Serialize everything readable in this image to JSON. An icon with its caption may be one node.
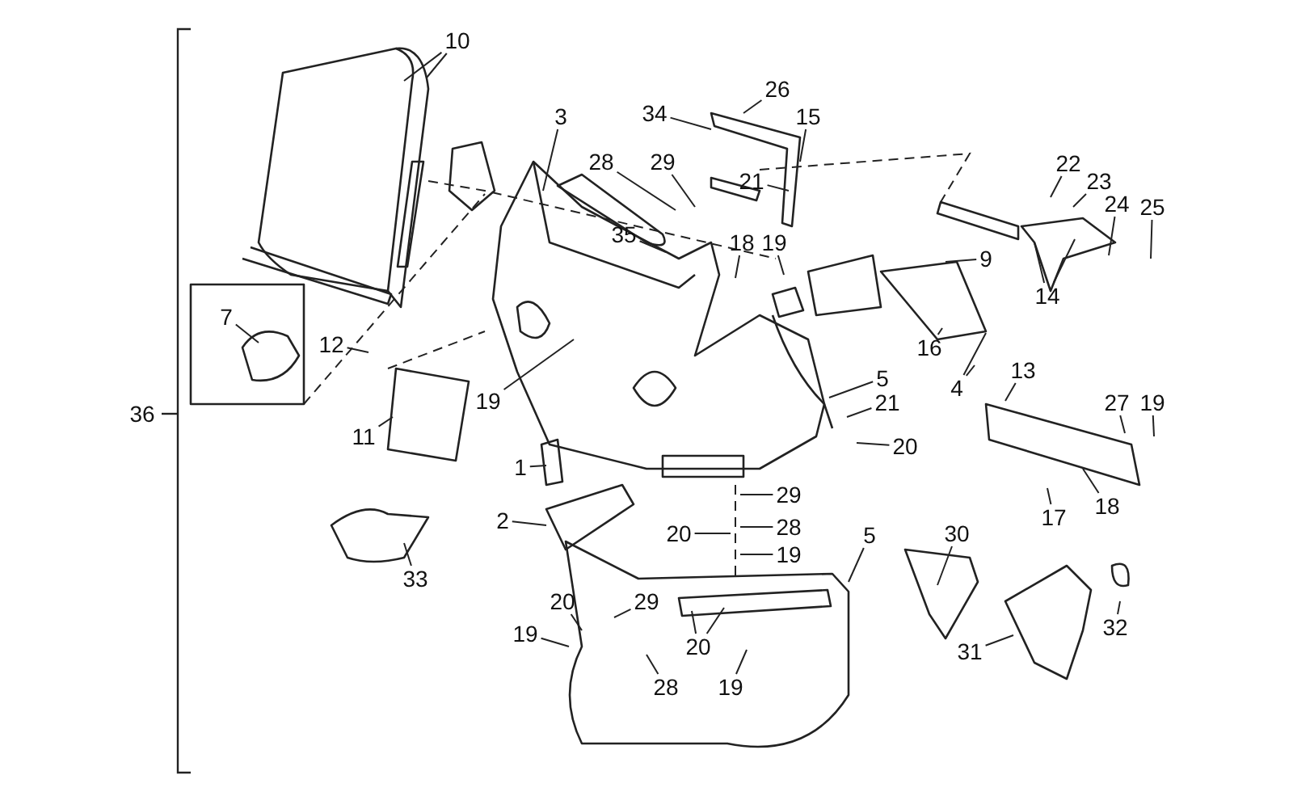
{
  "diagram": {
    "nodes": [
      {
        "text": [
          "10"
        ]
      },
      {
        "text": [
          "3"
        ]
      },
      {
        "text": [
          "26"
        ]
      },
      {
        "text": [
          "34"
        ]
      },
      {
        "text": [
          "15"
        ]
      },
      {
        "text": [
          "28"
        ]
      },
      {
        "text": [
          "29"
        ]
      },
      {
        "text": [
          "21"
        ]
      },
      {
        "text": [
          "22"
        ]
      },
      {
        "text": [
          "23"
        ]
      },
      {
        "text": [
          "24"
        ]
      },
      {
        "text": [
          "25"
        ]
      },
      {
        "text": [
          "35"
        ]
      },
      {
        "text": [
          "18"
        ]
      },
      {
        "text": [
          "19"
        ]
      },
      {
        "text": [
          "9"
        ]
      },
      {
        "text": [
          "14"
        ]
      },
      {
        "text": [
          "7"
        ]
      },
      {
        "text": [
          "12"
        ]
      },
      {
        "text": [
          "16"
        ]
      },
      {
        "text": [
          "4"
        ]
      },
      {
        "text": [
          "5"
        ]
      },
      {
        "text": [
          "13"
        ]
      },
      {
        "text": [
          "21"
        ]
      },
      {
        "text": [
          "27"
        ]
      },
      {
        "text": [
          "19"
        ]
      },
      {
        "text": [
          "11"
        ]
      },
      {
        "text": [
          "19"
        ]
      },
      {
        "text": [
          "20"
        ]
      },
      {
        "text": [
          "1"
        ]
      },
      {
        "text": [
          "17"
        ]
      },
      {
        "text": [
          "18"
        ]
      },
      {
        "text": [
          "2"
        ]
      },
      {
        "text": [
          "29"
        ]
      },
      {
        "text": [
          "28"
        ]
      },
      {
        "text": [
          "20"
        ]
      },
      {
        "text": [
          "19"
        ]
      },
      {
        "text": [
          "5"
        ]
      },
      {
        "text": [
          "30"
        ]
      },
      {
        "text": [
          "33"
        ]
      },
      {
        "text": [
          "32"
        ]
      },
      {
        "text": [
          "20"
        ]
      },
      {
        "text": [
          "19"
        ]
      },
      {
        "text": [
          "29"
        ]
      },
      {
        "text": [
          "20"
        ]
      },
      {
        "text": [
          "28"
        ]
      },
      {
        "text": [
          "19"
        ]
      },
      {
        "text": [
          "31"
        ]
      }
    ],
    "edges": [
      {
        "from": 0,
        "to": null,
        "arrow": "none"
      },
      {
        "from": 0,
        "to": null,
        "arrow": "none"
      },
      {
        "from": 1,
        "to": null,
        "arrow": "none"
      },
      {
        "from": 2,
        "to": null,
        "arrow": "none"
      },
      {
        "from": 3,
        "to": null,
        "arrow": "none"
      },
      {
        "from": 4,
        "to": null,
        "arrow": "none"
      },
      {
        "from": 5,
        "to": null,
        "arrow": "none"
      },
      {
        "from": 6,
        "to": null,
        "arrow": "none"
      },
      {
        "from": 7,
        "to": null,
        "arrow": "none"
      },
      {
        "from": 8,
        "to": null,
        "arrow": "none"
      },
      {
        "from": 9,
        "to": null,
        "arrow": "none"
      },
      {
        "from": 10,
        "to": null,
        "arrow": "none"
      },
      {
        "from": 11,
        "to": null,
        "arrow": "none"
      },
      {
        "from": 12,
        "to": null,
        "arrow": "none"
      },
      {
        "from": 13,
        "to": null,
        "arrow": "none"
      },
      {
        "from": 14,
        "to": null,
        "arrow": "none"
      },
      {
        "from": 15,
        "to": null,
        "arrow": "none"
      },
      {
        "from": 16,
        "to": null,
        "arrow": "none"
      },
      {
        "from": 16,
        "to": null,
        "arrow": "none"
      },
      {
        "from": 17,
        "to": null,
        "arrow": "none"
      },
      {
        "from": 18,
        "to": null,
        "arrow": "none"
      },
      {
        "from": 19,
        "to": null,
        "arrow": "none"
      },
      {
        "from": 20,
        "to": null,
        "arrow": "none"
      },
      {
        "from": 20,
        "to": null,
        "arrow": "none"
      },
      {
        "from": 21,
        "to": null,
        "arrow": "none"
      },
      {
        "from": 22,
        "to": null,
        "arrow": "none"
      },
      {
        "from": 23,
        "to": null,
        "arrow": "none"
      },
      {
        "from": 24,
        "to": null,
        "arrow": "none"
      },
      {
        "from": 25,
        "to": null,
        "arrow": "none"
      },
      {
        "from": 26,
        "to": null,
        "arrow": "none"
      },
      {
        "from": 27,
        "to": null,
        "arrow": "none"
      },
      {
        "from": 28,
        "to": null,
        "arrow": "none"
      },
      {
        "from": 29,
        "to": null,
        "arrow": "none"
      },
      {
        "from": 30,
        "to": null,
        "arrow": "none"
      },
      {
        "from": 31,
        "to": null,
        "arrow": "none"
      },
      {
        "from": 32,
        "to": null,
        "arrow": "none"
      },
      {
        "from": 33,
        "to": null,
        "arrow": "none"
      },
      {
        "from": 34,
        "to": null,
        "arrow": "none"
      },
      {
        "from": 35,
        "to": null,
        "arrow": "none"
      },
      {
        "from": 36,
        "to": null,
        "arrow": "none"
      },
      {
        "from": 37,
        "to": null,
        "arrow": "none"
      },
      {
        "from": 38,
        "to": null,
        "arrow": "none"
      },
      {
        "from": 39,
        "to": null,
        "arrow": "none"
      },
      {
        "from": 40,
        "to": null,
        "arrow": "none"
      },
      {
        "from": 41,
        "to": null,
        "arrow": "none"
      },
      {
        "from": 42,
        "to": null,
        "arrow": "none"
      },
      {
        "from": 43,
        "to": null,
        "arrow": "none"
      },
      {
        "from": 44,
        "to": null,
        "arrow": "none"
      },
      {
        "from": 44,
        "to": null,
        "arrow": "none"
      },
      {
        "from": 45,
        "to": null,
        "arrow": "none"
      },
      {
        "from": 46,
        "to": null,
        "arrow": "none"
      },
      {
        "from": 47,
        "to": null,
        "arrow": "none"
      }
    ],
    "labels": [
      "36"
    ]
  }
}
